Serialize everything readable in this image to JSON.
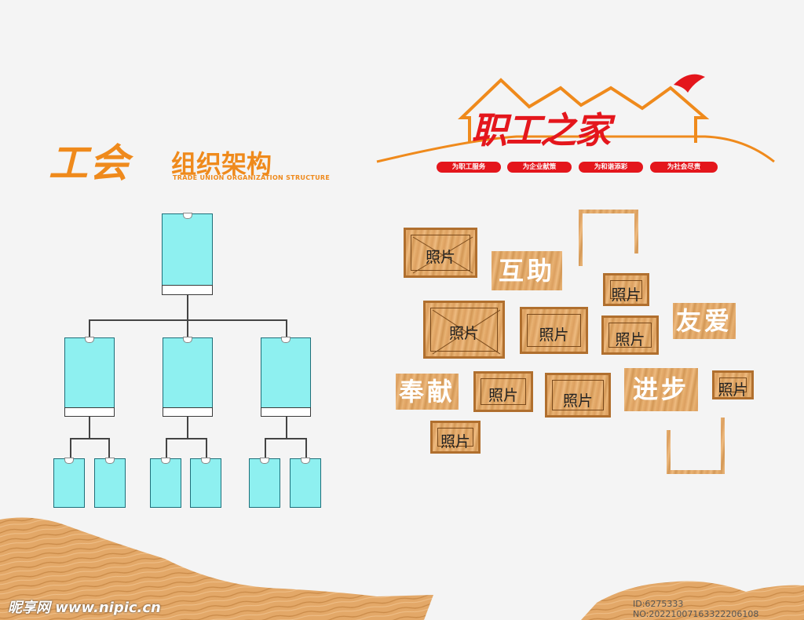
{
  "left_title": {
    "main": "工会",
    "sub": "组织架构",
    "en": "TRADE UNION ORGANIZATION STRUCTURE"
  },
  "right_title": {
    "main": "职工之家",
    "slogans": [
      "为职工服务",
      "为企业献策",
      "为和谐添彩",
      "为社会尽责"
    ]
  },
  "photo_label": "照片",
  "words": [
    "互助",
    "友爱",
    "奉献",
    "进步"
  ],
  "watermark": {
    "site": "昵享网 www.nipic.cn",
    "id": "ID:6275333 NO:20221007163322206108"
  },
  "colors": {
    "orange": "#ef8a1c",
    "red": "#e4161c",
    "cyan": "#8ef0f0",
    "wood": "#e0a466"
  }
}
